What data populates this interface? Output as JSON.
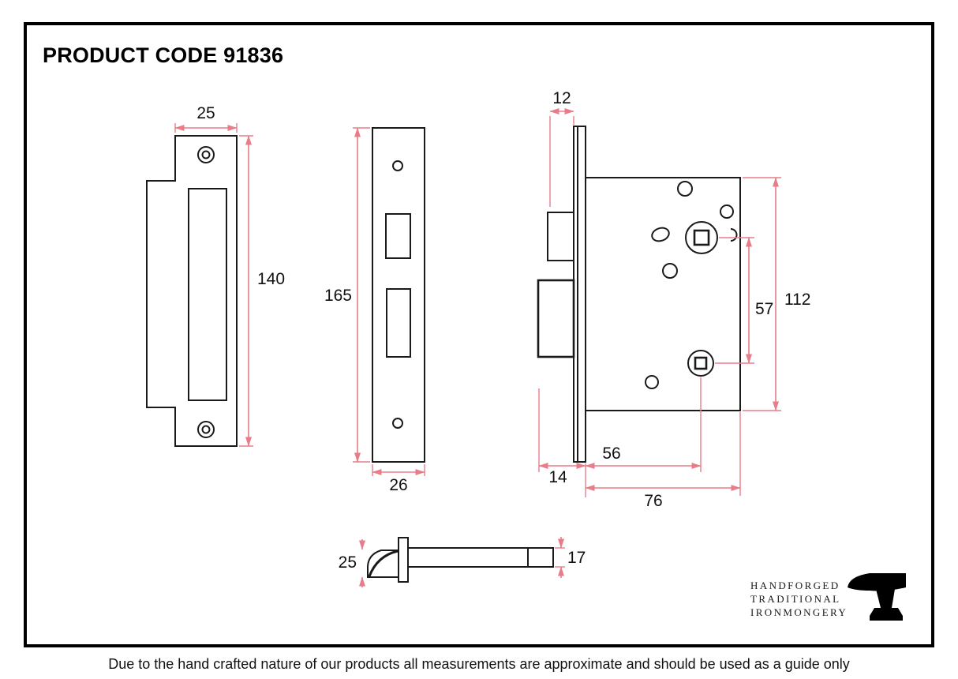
{
  "header": {
    "product_code": "PRODUCT CODE 91836"
  },
  "views": {
    "strike_plate": {
      "width_mm": "25",
      "height_mm": "140"
    },
    "faceplate": {
      "height_mm": "165",
      "width_mm": "26"
    },
    "lock_case": {
      "faceplate_thickness_mm": "12",
      "case_height_mm": "112",
      "spindle_to_follower_mm": "57",
      "backset_mm": "56",
      "forend_depth_mm": "14",
      "case_depth_mm": "76"
    },
    "spindle": {
      "width_mm": "25",
      "bar_height_mm": "17"
    }
  },
  "branding": {
    "lines": [
      "HANDFORGED",
      "TRADITIONAL",
      "IRONMONGERY"
    ],
    "logo": "anvil-icon"
  },
  "footer": {
    "disclaimer": "Due to the hand crafted nature of our products all measurements are approximate and should be used as a guide only"
  },
  "colors": {
    "outline": "#1a1a1a",
    "dimension": "#e87c88",
    "frame": "#000000",
    "background": "#ffffff"
  }
}
